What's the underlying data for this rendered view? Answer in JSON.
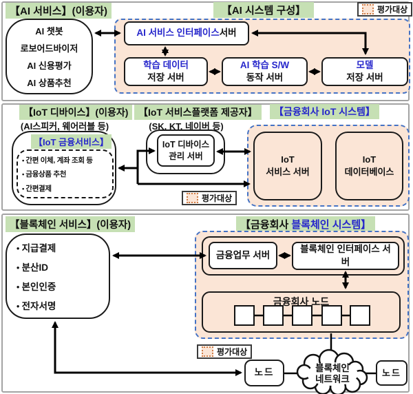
{
  "colors": {
    "header_green": "#c6e0b4",
    "eval_pink": "#fbe5d6",
    "dashed_border_blue": "#4472c4",
    "accent_text_blue": "#2626cb"
  },
  "legend_label": "평가대상",
  "ai": {
    "user_header": "【AI 서비스】(이용자)",
    "system_header": "【AI 시스템 구성】",
    "user_items": [
      "AI 챗봇",
      "로보어드바이저",
      "AI 신용평가",
      "AI 상품추천"
    ],
    "interface_server": {
      "name": "AI 서비스 인터페이스",
      "suffix": " 서버"
    },
    "servers": [
      {
        "line1": "학습 데이터",
        "line2": "저장 서버"
      },
      {
        "line1": "AI 학습 S/W",
        "line2": "동작 서버"
      },
      {
        "line1": "모델",
        "line2": "저장 서버"
      }
    ]
  },
  "iot": {
    "device_header": "【IoT 디바이스】(이용자)",
    "device_sub": "(AI스피커, 웨어러블 등)",
    "platform_header": "【IoT 서비스플랫폼 제공자】",
    "platform_sub": "(SK, KT, 네이버 등)",
    "system_header": "【금융회사 IoT 시스템】",
    "finance_header": "【IoT 금융서비스】",
    "finance_items": [
      "간편 이체, 계좌 조회 등",
      "금융상품 추천",
      "간편결제"
    ],
    "mgmt_server": "IoT 디바이스 관리 서버",
    "service_server": {
      "line1": "IoT",
      "line2": "서비스 서버"
    },
    "database": {
      "line1": "IoT",
      "line2": "데이터베이스"
    }
  },
  "bc": {
    "user_header": "【블록체인 서비스】(이용자)",
    "system_header_black": "【금융회사 ",
    "system_header_blue": "블록체인 시스템】",
    "user_items": [
      "지급결제",
      "분산ID",
      "본인인증",
      "전자서명"
    ],
    "finance_server": "금융업무 서버",
    "interface_server": "블록체인 인터페이스 서버",
    "company_node": "금융회사 노드",
    "node_left": "노드",
    "node_right": "노드",
    "network": {
      "line1": "블록체인",
      "line2": "네트워크"
    }
  }
}
